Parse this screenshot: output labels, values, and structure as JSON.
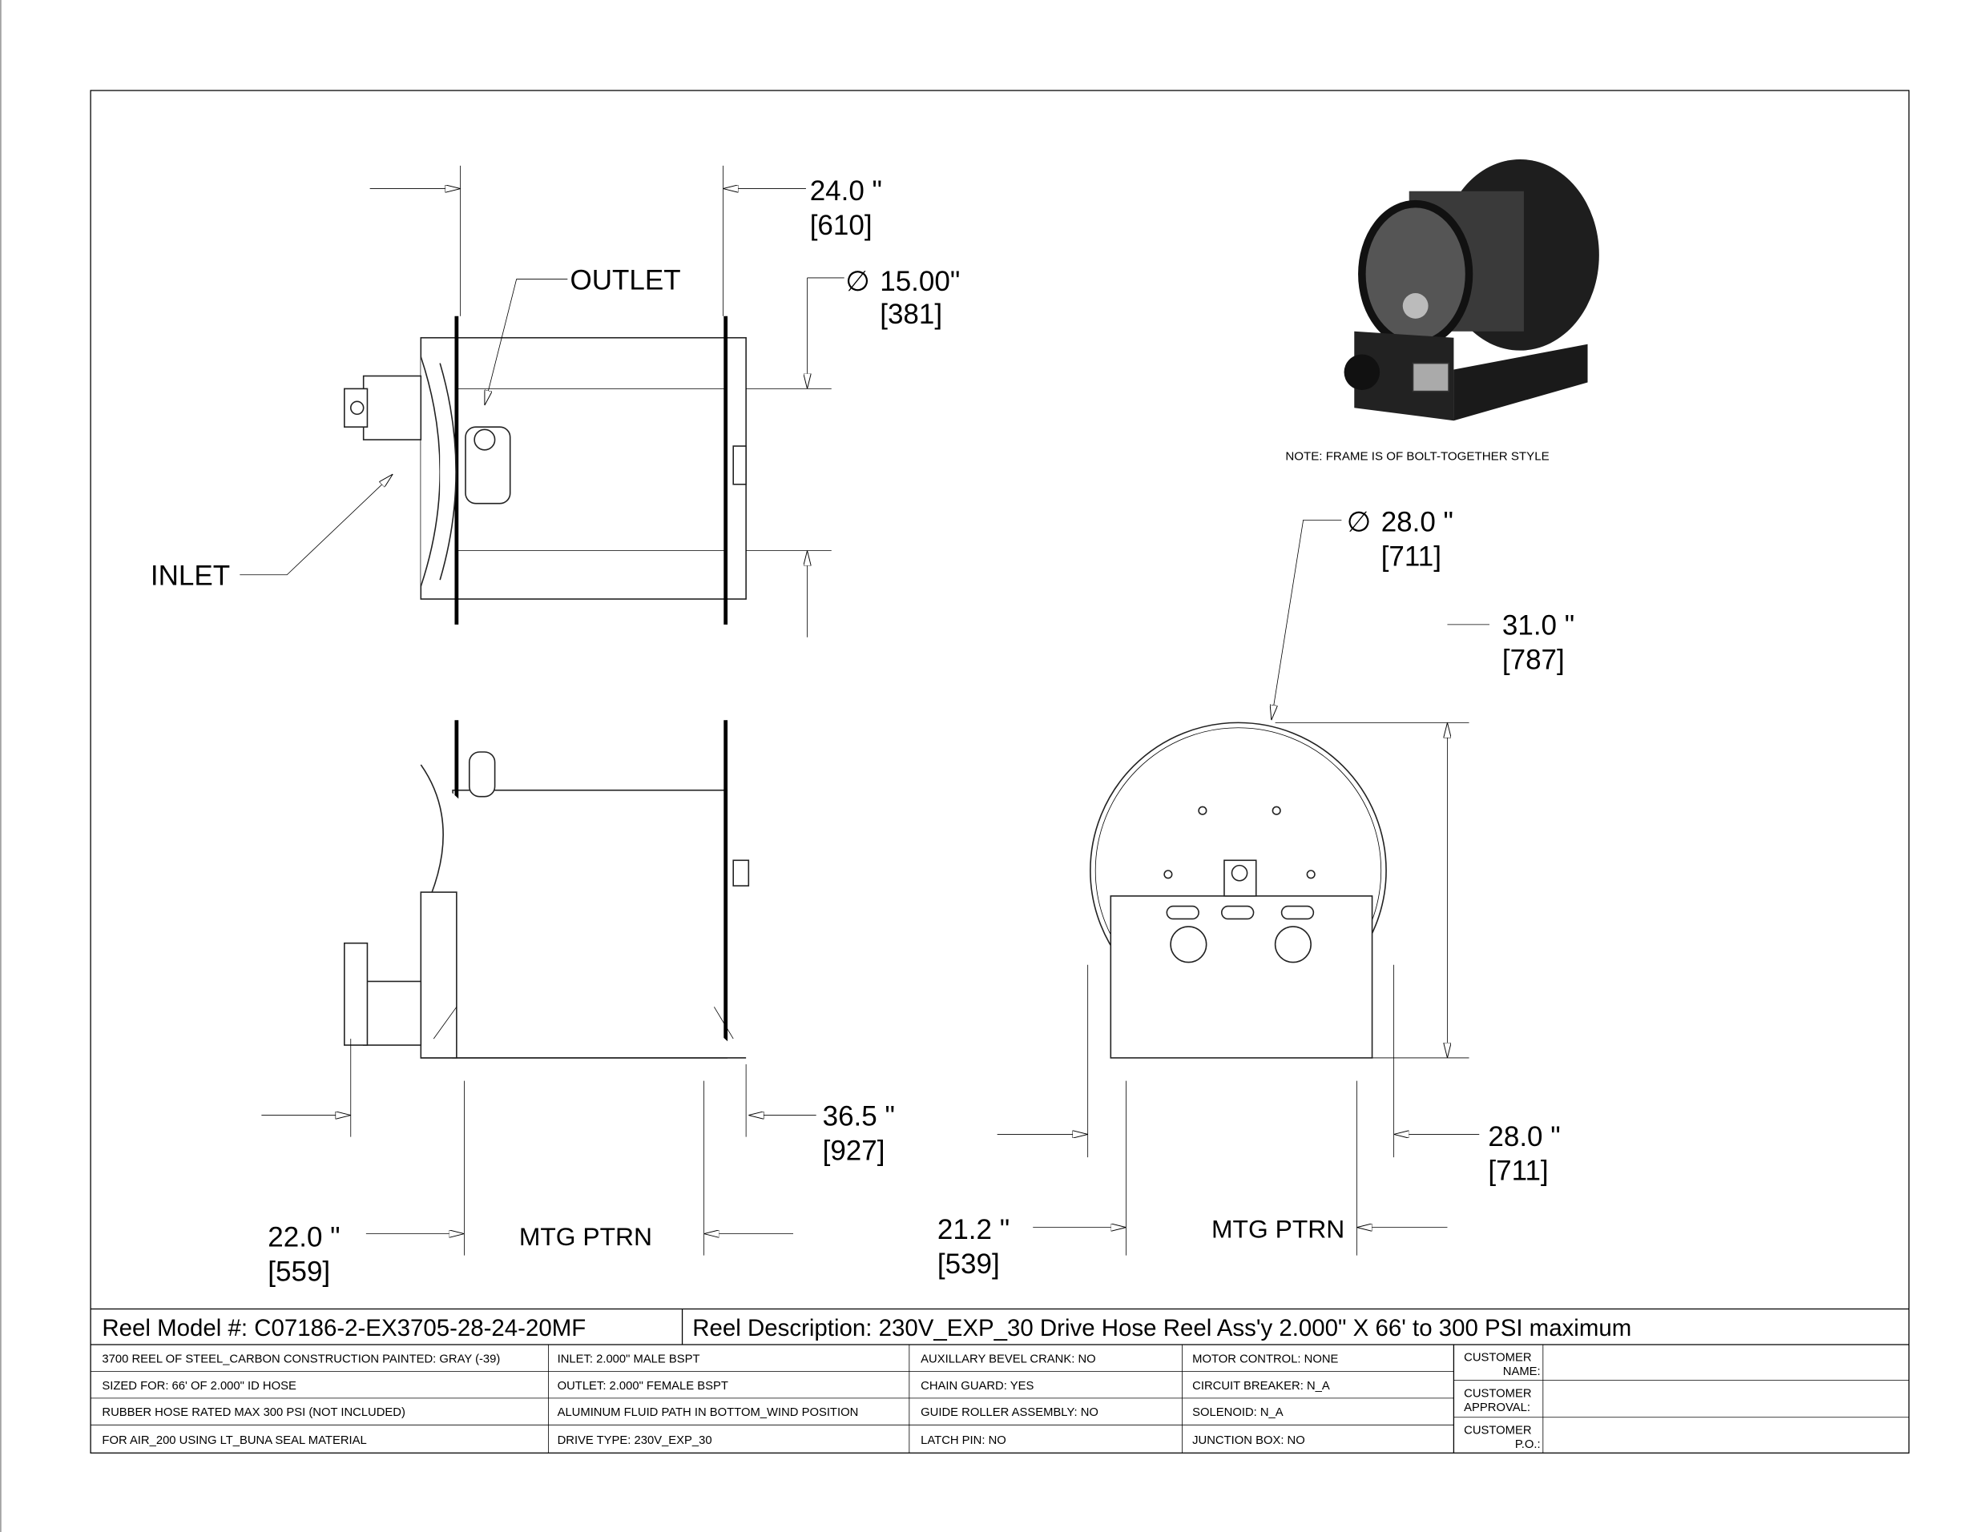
{
  "drawing": {
    "top_view": {
      "width_dim": "24.0 \"",
      "width_dim_mm": "[610]",
      "drum_dia_symbol": "∅",
      "drum_dia": "15.00\"",
      "drum_dia_mm": "[381]",
      "outlet_label": "OUTLET",
      "inlet_label": "INLET"
    },
    "side_view": {
      "overall_dim": "36.5 \"",
      "overall_dim_mm": "[927]",
      "mtg_dim": "22.0 \"",
      "mtg_dim_mm": "[559]",
      "mtg_label": "MTG PTRN"
    },
    "front_view": {
      "flange_dia_symbol": "∅",
      "flange_dia": "28.0 \"",
      "flange_dia_mm": "[711]",
      "height_dim": "31.0 \"",
      "height_dim_mm": "[787]",
      "base_dim": "28.0 \"",
      "base_dim_mm": "[711]",
      "mtg_dim": "21.2 \"",
      "mtg_dim_mm": "[539]",
      "mtg_label": "MTG PTRN"
    },
    "iso_note": "NOTE: FRAME IS OF BOLT-TOGETHER STYLE"
  },
  "title_block": {
    "model": "Reel Model #: C07186-2-EX3705-28-24-20MF",
    "description": "Reel Description: 230V_EXP_30 Drive Hose Reel Ass'y 2.000\" X 66' to 300 PSI maximum",
    "rows": [
      [
        "3700  REEL OF STEEL_CARBON CONSTRUCTION PAINTED: GRAY (-39)",
        "INLET: 2.000\" MALE BSPT",
        "AUXILLARY BEVEL CRANK: NO",
        "MOTOR CONTROL: NONE"
      ],
      [
        "SIZED FOR: 66' OF 2.000\" ID HOSE",
        "OUTLET:  2.000\"  FEMALE BSPT",
        "CHAIN GUARD: YES",
        "CIRCUIT BREAKER: N_A"
      ],
      [
        "RUBBER HOSE RATED MAX 300 PSI (NOT INCLUDED)",
        "ALUMINUM FLUID PATH IN BOTTOM_WIND POSITION",
        "GUIDE ROLLER ASSEMBLY: NO",
        "SOLENOID: N_A"
      ],
      [
        "FOR AIR_200 USING LT_BUNA SEAL MATERIAL",
        "DRIVE TYPE: 230V_EXP_30",
        "LATCH PIN: NO",
        "JUNCTION BOX: NO"
      ]
    ],
    "customer": {
      "name_l1": "CUSTOMER",
      "name_l2": "NAME:",
      "approval_l1": "CUSTOMER",
      "approval_l2": "APPROVAL:",
      "po_l1": "CUSTOMER",
      "po_l2": "P.O.:"
    }
  }
}
